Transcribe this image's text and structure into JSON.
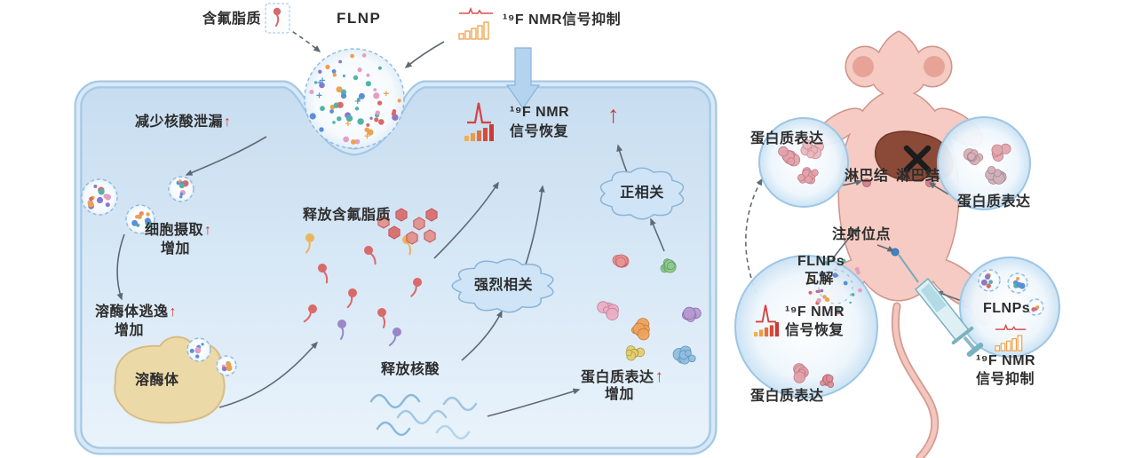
{
  "cell": {
    "lipid_label": "含氟脂质",
    "flnp_label": "FLNP",
    "nmr_suppression": "¹⁹F NMR信号抑制",
    "reduce_leakage": "减少核酸泄漏",
    "nmr_f": "¹⁹F NMR",
    "signal_recovery": "信号恢复",
    "positive_correlation": "正相关",
    "cell_uptake": "细胞摄取",
    "increase": "增加",
    "release_lipid": "释放含氟脂质",
    "strong_correlation": "强烈相关",
    "lysosome_escape": "溶酶体逃逸",
    "lysosome": "溶酶体",
    "release_nucleic_acid": "释放核酸",
    "protein_expression": "蛋白质表达",
    "up": "↑"
  },
  "mouse": {
    "protein_expression": "蛋白质表达",
    "lymph_node": "淋巴结",
    "injection_site": "注射位点",
    "flnps": "FLNPs",
    "disintegration": "瓦解",
    "nmr_f": "¹⁹F NMR",
    "signal_recovery": "信号恢复",
    "signal_suppression": "信号抑制"
  },
  "colors": {
    "accent_red": "#ce3a32",
    "membrane_blue": "#a5c8e6",
    "cloud_blue": "#cfe4f6",
    "bar_orange": "#eda14e"
  }
}
